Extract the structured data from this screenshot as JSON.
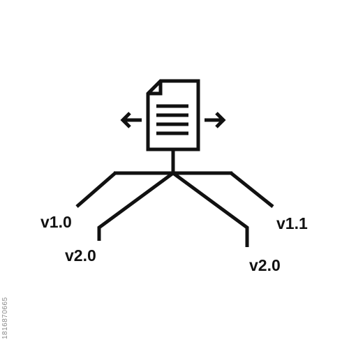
{
  "diagram": {
    "stroke_color": "#111111",
    "background_color": "#ffffff",
    "center_icon": "document-icon",
    "arrows": [
      "arrow-left-icon",
      "arrow-right-icon"
    ],
    "versions": [
      {
        "key": "v10",
        "label": "v1.0"
      },
      {
        "key": "v20_left",
        "label": "v2.0"
      },
      {
        "key": "v11",
        "label": "v1.1"
      },
      {
        "key": "v20_right",
        "label": "v2.0"
      }
    ]
  },
  "watermark": {
    "id_text": "1816870665"
  }
}
